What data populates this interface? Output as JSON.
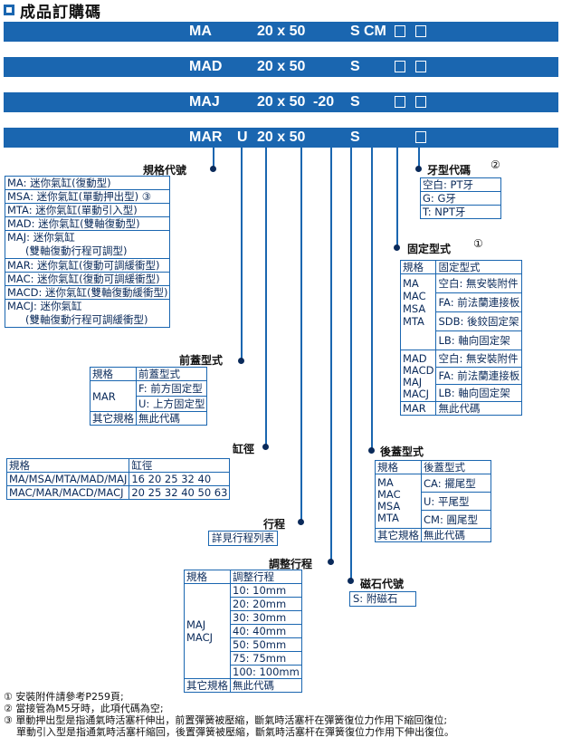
{
  "title": "成品訂購碼",
  "bars": [
    {
      "model": "MA",
      "size": "20 x 50",
      "stroke": "",
      "magnet": "S",
      "rear": "CM"
    },
    {
      "model": "MAD",
      "size": "20 x 50",
      "stroke": "",
      "magnet": "S",
      "rear": ""
    },
    {
      "model": "MAJ",
      "size": "20 x 50",
      "stroke": "-20",
      "magnet": "S",
      "rear": ""
    },
    {
      "model": "MAR",
      "front": "U",
      "size": "20 x 50",
      "stroke": "",
      "magnet": "S",
      "rear": ""
    }
  ],
  "spec": {
    "heading": "規格代號",
    "items": [
      "MA: 迷你氣缸(復動型)",
      "MSA: 迷你氣缸(單動押出型) ③",
      "MTA: 迷你氣缸(單動引入型)",
      "MAD: 迷你氣缸(雙軸復動型)",
      "MAJ: 迷你氣缸",
      "(雙軸復動行程可調型)",
      "MAR: 迷你氣缸(復動可調緩衝型)",
      "MAC: 迷你氣缸(復動可調緩衝型)",
      "MACD: 迷你氣缸(雙軸復動緩衝型)",
      "MACJ: 迷你氣缸",
      "(雙軸復動行程可調緩衝型)"
    ]
  },
  "thread": {
    "heading": "牙型代碼",
    "note": "②",
    "rows": [
      "空白: PT牙",
      "G: G牙",
      "T: NPT牙"
    ]
  },
  "mount": {
    "heading": "固定型式",
    "note": "①",
    "col1": "規格",
    "col2": "固定型式",
    "g1": [
      "MA",
      "MAC",
      "MSA",
      "MTA"
    ],
    "g1rows": [
      "空白: 無安裝附件",
      "FA: 前法蘭連接板",
      "SDB: 後鉸固定架",
      "LB: 軸向固定架"
    ],
    "g2": [
      "MAD",
      "MACD",
      "MAJ",
      "MACJ"
    ],
    "g2rows": [
      "空白: 無安裝附件",
      "FA: 前法蘭連接板",
      "LB: 軸向固定架"
    ],
    "g3": "MAR",
    "g3row": "無此代碼"
  },
  "front": {
    "heading": "前蓋型式",
    "col1": "規格",
    "col2": "前蓋型式",
    "model": "MAR",
    "rows": [
      "F: 前方固定型",
      "U: 上方固定型"
    ],
    "other": "其它規格",
    "other_val": "無此代碼"
  },
  "bore": {
    "heading": "缸徑",
    "col1": "規格",
    "col2": "缸徑",
    "rows": [
      [
        "MA/MSA/MTA/MAD/MAJ",
        "16 20 25 32 40"
      ],
      [
        "MAC/MAR/MACD/MACJ",
        "20 25 32 40 50 63"
      ]
    ]
  },
  "rear": {
    "heading": "後蓋型式",
    "col1": "規格",
    "col2": "後蓋型式",
    "models": [
      "MA",
      "MAC",
      "MSA",
      "MTA"
    ],
    "rows": [
      "CA: 擺尾型",
      "U: 平尾型",
      "CM: 圓尾型"
    ],
    "other": "其它規格",
    "other_val": "無此代碼"
  },
  "stroke": {
    "heading": "行程",
    "text": "詳見行程列表"
  },
  "adjust": {
    "heading": "調整行程",
    "col1": "規格",
    "col2": "調整行程",
    "models": [
      "MAJ",
      "MACJ"
    ],
    "rows": [
      "10: 10mm",
      "20: 20mm",
      "30: 30mm",
      "40: 40mm",
      "50: 50mm",
      "75: 75mm",
      "100: 100mm"
    ],
    "other": "其它規格",
    "other_val": "無此代碼"
  },
  "magnet": {
    "heading": "磁石代號",
    "text": "S: 附磁石"
  },
  "notes": [
    "① 安裝附件請參考P259頁;",
    "② 當接管為M5牙時，此項代碼為空;",
    "③ 單動押出型是指通氣時活塞杆伸出，前置彈簧被壓縮，斷氣時活塞杆在彈簧復位力作用下縮回復位;",
    "    單動引入型是指通氣時活塞杆縮回，後置彈簧被壓縮，斷氣時活塞杆在彈簧復位力作用下伸出復位。"
  ]
}
